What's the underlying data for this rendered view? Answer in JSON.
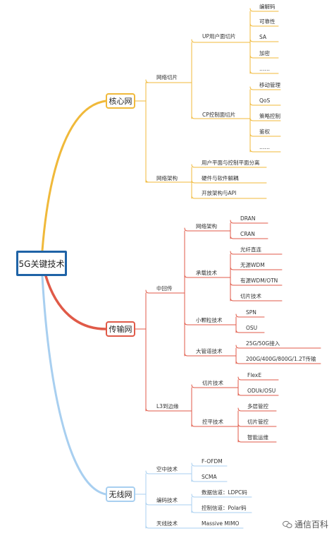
{
  "root": "5G关键技术",
  "branches": {
    "core": {
      "label": "核心网",
      "color": "#f0b93a",
      "slicing": {
        "label": "网络切片",
        "up": {
          "label": "UP用户面切片",
          "items": [
            "编解码",
            "可靠性",
            "SA",
            "加密",
            "……"
          ]
        },
        "cp": {
          "label": "CP控制面切片",
          "items": [
            "移动管理",
            "QoS",
            "策略控制",
            "鉴权",
            "……"
          ]
        }
      },
      "arch": {
        "label": "网络架构",
        "items": [
          "用户平面与控制平面分离",
          "硬件与软件解耦",
          "开放架构与API"
        ]
      }
    },
    "transport": {
      "label": "传输网",
      "color": "#e05a48",
      "fronthaul": {
        "label": "中回传",
        "arch": {
          "label": "网络架构",
          "items": [
            "DRAN",
            "CRAN"
          ]
        },
        "bearer": {
          "label": "承载技术",
          "items": [
            "光纤直连",
            "无源WDM",
            "有源WDM/OTN",
            "切片技术"
          ]
        },
        "small": {
          "label": "小颗粒技术",
          "items": [
            "SPN",
            "OSU"
          ]
        },
        "big": {
          "label": "大管道技术",
          "items": [
            "25G/50G接入",
            "200G/400G/800G/1.2T传输"
          ]
        }
      },
      "l3": {
        "label": "L3到边缘",
        "slice": {
          "label": "切片技术",
          "items": [
            "FlexE",
            "ODUk/OSU"
          ]
        },
        "ctrl": {
          "label": "控平技术",
          "items": [
            "多层管控",
            "切片管控",
            "智能运维"
          ]
        }
      }
    },
    "wireless": {
      "label": "无线网",
      "color": "#a8cff0",
      "air": {
        "label": "空中技术",
        "items": [
          "F-OFDM",
          "SCMA"
        ]
      },
      "coding": {
        "label": "编码技术",
        "items": [
          "数据信道：LDPC码",
          "控制信道：Polar码"
        ]
      },
      "antenna": {
        "label": "天线技术",
        "items": [
          "Massive MIMO"
        ]
      }
    }
  },
  "watermark": "通信百科"
}
